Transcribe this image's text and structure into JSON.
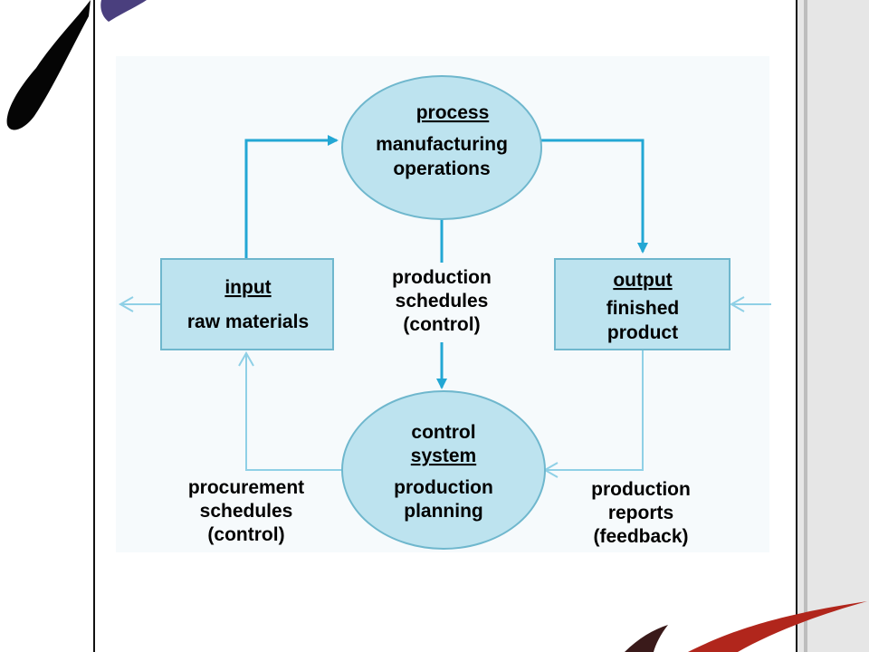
{
  "colors": {
    "page_background": "#ffffff",
    "slide_panel": "#ffffff",
    "slide_border": "#111111",
    "right_gutter": "#e6e6e6",
    "shape_fill": "#bde3ef",
    "shape_stroke": "#6fb7cd",
    "arrow_strong": "#23a7d4",
    "arrow_light": "#8fd0e6",
    "text": "#000000",
    "swoosh_black": "#050505",
    "swoosh_purple": "#4a3f7e",
    "swoosh_red": "#b1261c",
    "swoosh_dark": "#3a1a1a"
  },
  "nodes": {
    "process": {
      "heading": "process",
      "line1": "manufacturing",
      "line2": "operations"
    },
    "input": {
      "heading": "input",
      "line1": "raw materials"
    },
    "output": {
      "heading": "output",
      "line1": "finished",
      "line2": "product"
    },
    "control": {
      "heading_line1": "control",
      "heading_line2": "system",
      "line1": "production",
      "line2": "planning"
    }
  },
  "edge_labels": {
    "production_schedules": [
      "production",
      "schedules",
      "(control)"
    ],
    "procurement_schedules": [
      "procurement",
      "schedules",
      "(control)"
    ],
    "production_reports": [
      "production",
      "reports",
      "(feedback)"
    ]
  }
}
